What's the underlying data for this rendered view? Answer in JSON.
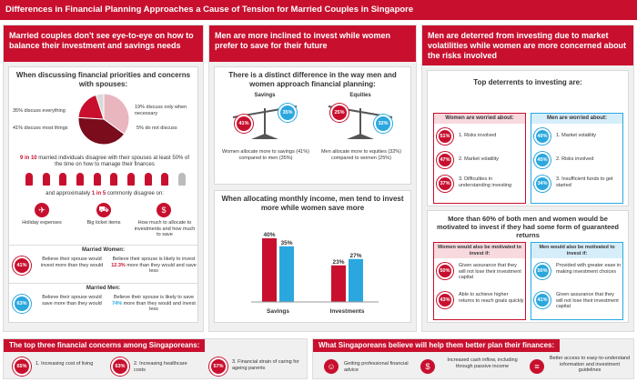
{
  "title": "Differences in Financial Planning Approaches a Cause of Tension for Married Couples in Singapore",
  "col1": {
    "heading": "Married couples don't see eye-to-eye on how to balance their investment and savings needs",
    "card1_title": "When discussing financial priorities and concerns with spouses:",
    "pie_labels": {
      "a": "35% discuss everything",
      "b": "41% discuss most things",
      "c": "19% discuss only when necessary",
      "d": "5% do not discuss"
    },
    "pie_values": [
      35,
      41,
      19,
      5
    ],
    "stat1_a": "9 in 10",
    "stat1_b": " married individuals disagree with their spouses at least 50% of the time on how to manage their finances",
    "stat2_a": "and approximately ",
    "stat2_b": "1 in 5",
    "stat2_c": " commonly disagree on:",
    "topics": [
      "Holiday expenses",
      "Big ticket items",
      "How much to allocate to investments and how much to save"
    ],
    "married_women_label": "Married Women:",
    "women_pct": "41%",
    "women_left": "Believe their spouse would invest more than they would",
    "women_right_a": "Believe their spouse is likely to invest ",
    "women_right_b": "12.3%",
    "women_right_c": " more than they would and save less",
    "married_men_label": "Married Men:",
    "men_pct": "63%",
    "men_left": "Believe their spouse would save more than they would",
    "men_right_a": "Believe their spouse is likely to save ",
    "men_right_b": "74%",
    "men_right_c": " more than they would and invest less"
  },
  "col2": {
    "heading": "Men are more inclined to invest while women prefer to save for their future",
    "card1_title": "There is a distinct difference in the way men and women approach financial planning:",
    "savings_label": "Savings",
    "equities_label": "Equities",
    "savings_women": "41%",
    "savings_men": "35%",
    "equities_women": "25%",
    "equities_men": "32%",
    "savings_text": "Women allocate more to savings (41%) compared to men (35%)",
    "equities_text": "Men allocate more to equities (32%) compared to women (25%)",
    "card2_title": "When allocating monthly income, men tend to invest more while women save more",
    "chart_data": {
      "type": "bar",
      "categories": [
        "Savings",
        "Investments"
      ],
      "series": [
        {
          "name": "",
          "color": "#c8102e",
          "values": [
            40,
            23
          ]
        },
        {
          "name": "",
          "color": "#2aa7df",
          "values": [
            35,
            27
          ]
        }
      ],
      "value_labels": [
        [
          "40%",
          "35%"
        ],
        [
          "23%",
          "27%"
        ]
      ]
    }
  },
  "col3": {
    "heading": "Men are deterred from investing due to market volatilities while women are more concerned about the risks involved",
    "card1_title": "Top deterrents to investing are:",
    "women_head": "Women are worried about:",
    "men_head": "Men are worried about:",
    "women_items": [
      {
        "pct": "51%",
        "text": "1. Risks involved"
      },
      {
        "pct": "47%",
        "text": "2. Market volatility"
      },
      {
        "pct": "37%",
        "text": "3. Difficulties in understanding investing"
      }
    ],
    "men_items": [
      {
        "pct": "49%",
        "text": "1. Market volatility"
      },
      {
        "pct": "45%",
        "text": "2. Risks involved"
      },
      {
        "pct": "34%",
        "text": "3. Insufficient funds to get started"
      }
    ],
    "card2_title": "More than 60% of both men and women would be motivated to invest if they had some form of guaranteed returns",
    "women_motiv_head": "Women would also be motivated to invest if:",
    "men_motiv_head": "Men would also be motivated to invest if:",
    "women_motiv": [
      {
        "pct": "50%",
        "text": "Given assurance that they will not lose their investment capital"
      },
      {
        "pct": "43%",
        "text": "Able to achieve higher returns to reach goals quickly"
      }
    ],
    "men_motiv": [
      {
        "pct": "50%",
        "text": "Provided with greater ease in making investment choices"
      },
      {
        "pct": "41%",
        "text": "Given assurance that they will not lose their investment capital"
      }
    ]
  },
  "footer1": {
    "heading": "The top three financial concerns among Singaporeans:",
    "items": [
      {
        "pct": "65%",
        "text": "1. Increasing cost of living"
      },
      {
        "pct": "63%",
        "text": "2. Increasing healthcare costs"
      },
      {
        "pct": "57%",
        "text": "3. Financial strain of caring for ageing parents"
      }
    ]
  },
  "footer2": {
    "heading": "What Singaporeans believe will help them better plan their finances:",
    "items": [
      {
        "icon": "advisor-icon",
        "text": "Getting professional financial advice"
      },
      {
        "icon": "cash-inflow-icon",
        "text": "Increased cash inflow, including through passive income"
      },
      {
        "icon": "guidelines-icon",
        "text": "Better access to easy-to-understand information and investment guidelines"
      }
    ]
  }
}
